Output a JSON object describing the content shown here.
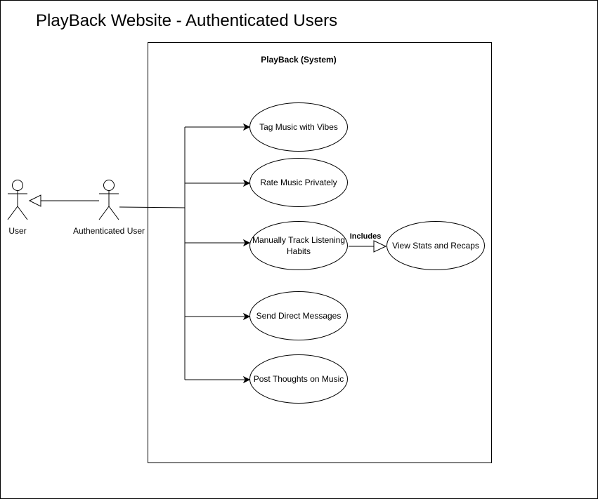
{
  "diagram": {
    "title": "PlayBack Website - Authenticated Users",
    "system_label": "PlayBack (System)",
    "actors": [
      {
        "id": "user",
        "label": "User"
      },
      {
        "id": "auth-user",
        "label": "Authenticated User"
      }
    ],
    "use_cases": [
      {
        "id": "tag-music",
        "label": "Tag Music with Vibes"
      },
      {
        "id": "rate-music",
        "label": "Rate Music Privately"
      },
      {
        "id": "track-habits",
        "label": "Manually Track Listening Habits"
      },
      {
        "id": "view-stats",
        "label": "View Stats and Recaps"
      },
      {
        "id": "send-messages",
        "label": "Send Direct Messages"
      },
      {
        "id": "post-thoughts",
        "label": "Post Thoughts on Music"
      }
    ],
    "relationships": [
      {
        "from": "auth-user",
        "to": "user",
        "type": "generalization"
      },
      {
        "from": "auth-user",
        "to": "tag-music",
        "type": "association"
      },
      {
        "from": "auth-user",
        "to": "rate-music",
        "type": "association"
      },
      {
        "from": "auth-user",
        "to": "track-habits",
        "type": "association"
      },
      {
        "from": "auth-user",
        "to": "send-messages",
        "type": "association"
      },
      {
        "from": "auth-user",
        "to": "post-thoughts",
        "type": "association"
      },
      {
        "from": "track-habits",
        "to": "view-stats",
        "type": "include",
        "label": "Includes"
      }
    ],
    "colors": {
      "line": "#000000",
      "background": "#ffffff"
    }
  }
}
